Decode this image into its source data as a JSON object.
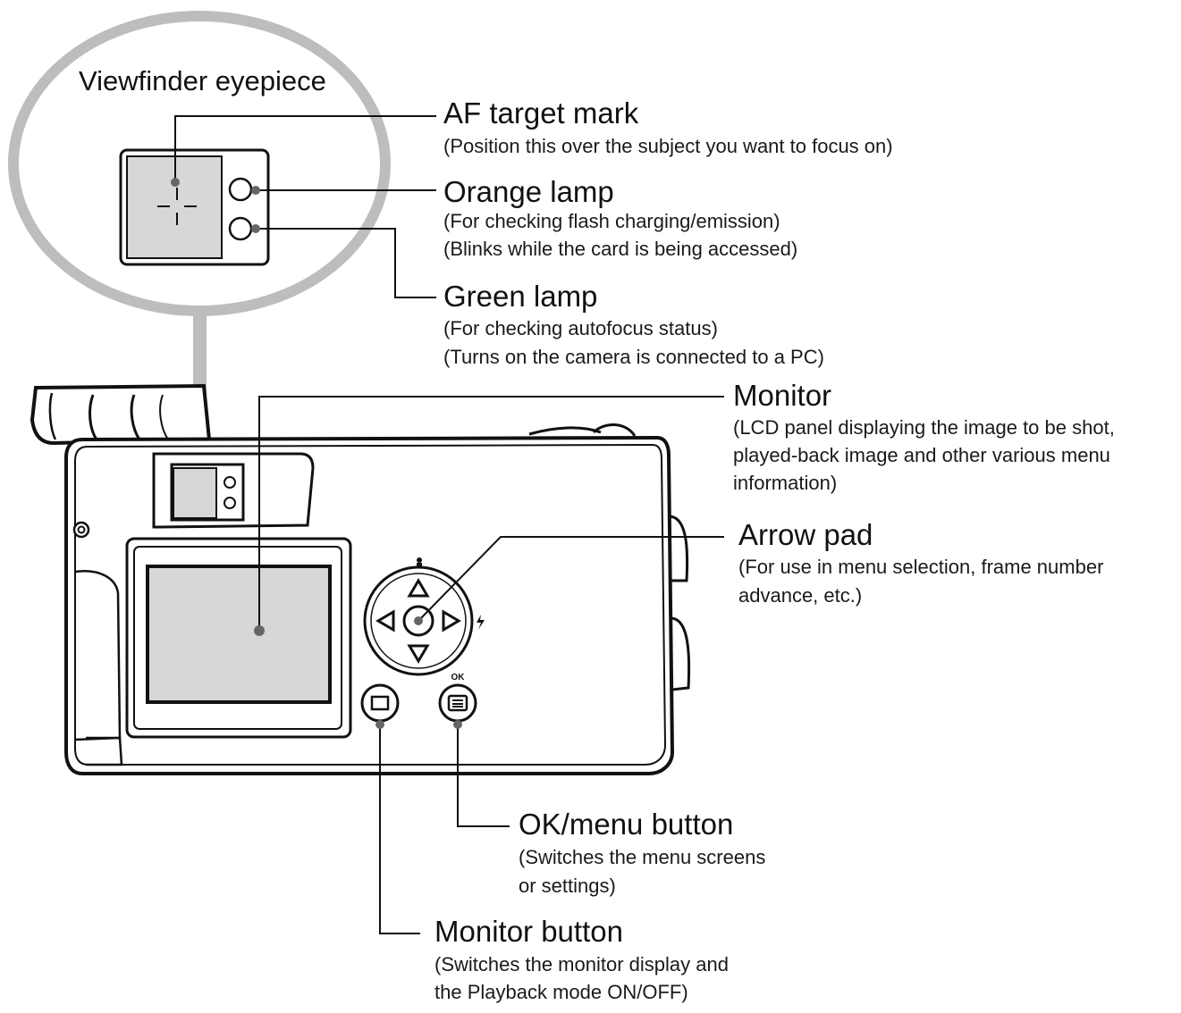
{
  "viewfinder_label": "Viewfinder eyepiece",
  "callouts": {
    "af_target": {
      "title": "AF target mark",
      "lines": [
        "(Position this over the subject you want to focus on)"
      ]
    },
    "orange_lamp": {
      "title": "Orange lamp",
      "lines": [
        "(For checking flash charging/emission)",
        "(Blinks while the card is being accessed)"
      ]
    },
    "green_lamp": {
      "title": "Green lamp",
      "lines": [
        "(For checking autofocus status)",
        "(Turns on the camera is connected to a PC)"
      ]
    },
    "monitor": {
      "title": "Monitor",
      "lines": [
        "(LCD panel displaying the image to be shot,",
        "played-back image and other various menu",
        "information)"
      ]
    },
    "arrow_pad": {
      "title": "Arrow pad",
      "lines": [
        "(For use in menu selection, frame number",
        "advance, etc.)"
      ]
    },
    "ok_menu_button": {
      "title": "OK/menu button",
      "lines": [
        "(Switches the menu screens",
        "or settings)"
      ]
    },
    "monitor_button": {
      "title": "Monitor button",
      "lines": [
        "(Switches the monitor display and",
        "the Playback mode ON/OFF)"
      ]
    }
  },
  "ok_text": "OK"
}
